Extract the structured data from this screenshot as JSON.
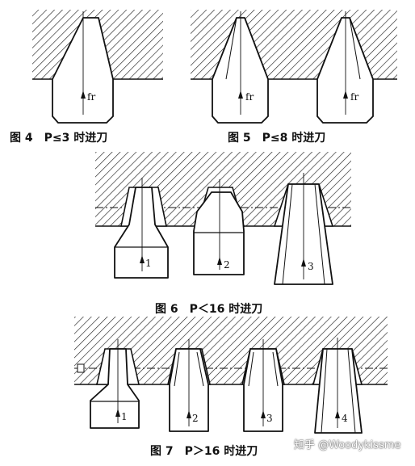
{
  "figures": [
    {
      "caption": "图 4　P≤3 时进刀",
      "tool_labels": [
        "fr"
      ]
    },
    {
      "caption": "图 5　P≤8 时进刀",
      "tool_labels": [
        "fr",
        "fr"
      ]
    },
    {
      "caption": "图 6　P＜16 时进刀",
      "tool_labels": [
        "1",
        "2",
        "3"
      ]
    },
    {
      "caption": "图 7　P＞16 时进刀",
      "tool_labels": [
        "1",
        "2",
        "3",
        "4"
      ]
    }
  ],
  "watermark": "知乎 @Woodykissme",
  "colors": {
    "ink": "#111111",
    "paper": "#ffffff"
  }
}
